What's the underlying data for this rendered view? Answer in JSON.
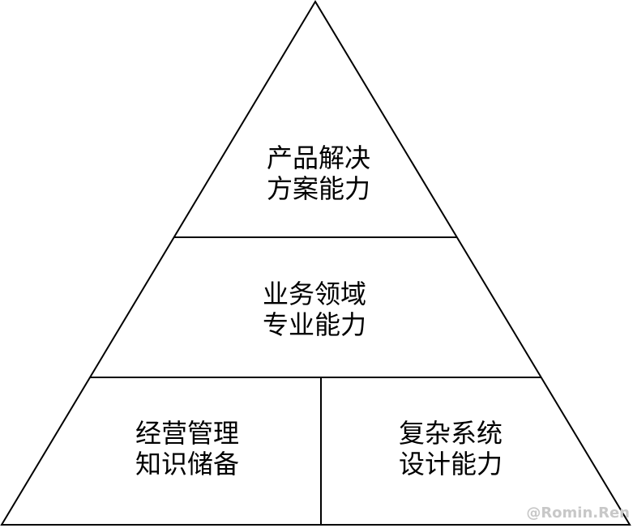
{
  "tiers": [
    {
      "line1": "产品解决",
      "line2": "方案能力"
    },
    {
      "line1": "业务领域",
      "line2": "专业能力"
    },
    {
      "line1": "经营管理",
      "line2": "知识储备"
    },
    {
      "line1": "复杂系统",
      "line2": "设计能力"
    }
  ],
  "watermark": "@Romin.Ren",
  "colors": {
    "stroke": "#000000",
    "watermark": "#c8c8c8"
  }
}
